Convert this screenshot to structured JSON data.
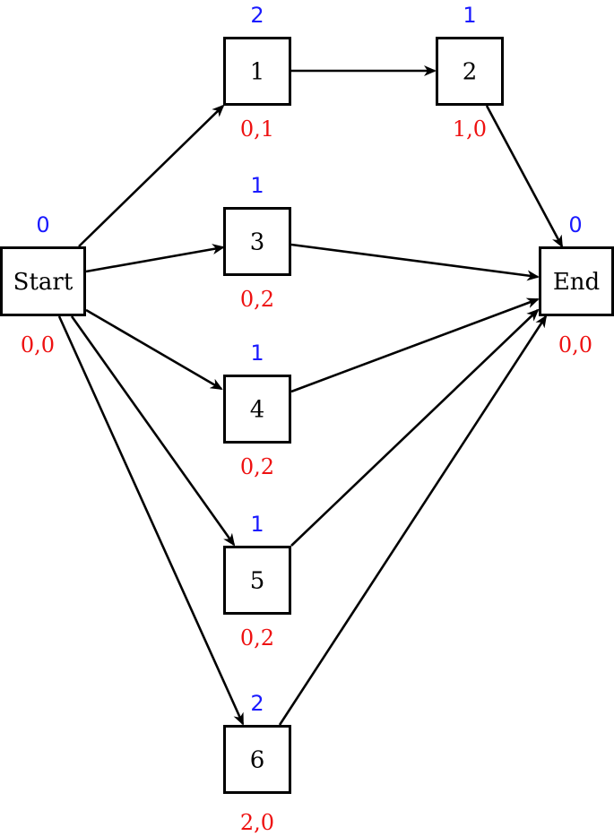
{
  "colors": {
    "top_label": "#1a1aff",
    "bottom_label": "#ee1111",
    "stroke": "#000000"
  },
  "nodes": [
    {
      "id": "start",
      "label": "Start",
      "top": "0",
      "bottom": "0,0"
    },
    {
      "id": "n1",
      "label": "1",
      "top": "2",
      "bottom": "0,1"
    },
    {
      "id": "n2",
      "label": "2",
      "top": "1",
      "bottom": "1,0"
    },
    {
      "id": "n3",
      "label": "3",
      "top": "1",
      "bottom": "0,2"
    },
    {
      "id": "n4",
      "label": "4",
      "top": "1",
      "bottom": "0,2"
    },
    {
      "id": "n5",
      "label": "5",
      "top": "1",
      "bottom": "0,2"
    },
    {
      "id": "n6",
      "label": "6",
      "top": "2",
      "bottom": "2,0"
    },
    {
      "id": "end",
      "label": "End",
      "top": "0",
      "bottom": "0,0"
    }
  ],
  "edges": [
    {
      "from": "start",
      "to": "n1"
    },
    {
      "from": "start",
      "to": "n3"
    },
    {
      "from": "start",
      "to": "n4"
    },
    {
      "from": "start",
      "to": "n5"
    },
    {
      "from": "start",
      "to": "n6"
    },
    {
      "from": "n1",
      "to": "n2"
    },
    {
      "from": "n2",
      "to": "end"
    },
    {
      "from": "n3",
      "to": "end"
    },
    {
      "from": "n4",
      "to": "end"
    },
    {
      "from": "n5",
      "to": "end"
    },
    {
      "from": "n6",
      "to": "end"
    }
  ]
}
